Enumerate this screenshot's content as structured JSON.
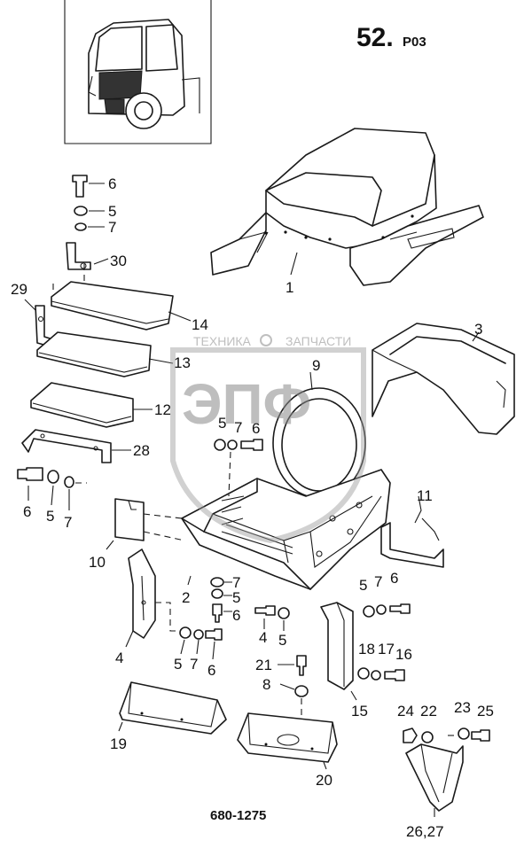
{
  "header": {
    "page_number": "52.",
    "page_suffix": "P03"
  },
  "footer": {
    "drawing_number": "680-1275"
  },
  "watermark": {
    "top_left": "ТЕХНИКА",
    "top_right": "ЗАПЧАСТИ",
    "logo": "ЭПФ"
  },
  "callouts": {
    "c1": "1",
    "c2": "2",
    "c3": "3",
    "c4": "4",
    "c5a": "5",
    "c5b": "5",
    "c5c": "5",
    "c5d": "5",
    "c5e": "5",
    "c5f": "5",
    "c6a": "6",
    "c6b": "6",
    "c6c": "6",
    "c6d": "6",
    "c6e": "6",
    "c6f": "6",
    "c7a": "7",
    "c7b": "7",
    "c7c": "7",
    "c7d": "7",
    "c7e": "7",
    "c7f": "7",
    "c8": "8",
    "c9": "9",
    "c10": "10",
    "c11": "11",
    "c12": "12",
    "c13": "13",
    "c14": "14",
    "c15": "15",
    "c16": "16",
    "c17": "17",
    "c18": "18",
    "c19": "19",
    "c20": "20",
    "c21": "21",
    "c22": "22",
    "c23": "23",
    "c24": "24",
    "c25": "25",
    "c2627": "26,27",
    "c28": "28",
    "c29": "29",
    "c30": "30",
    "c4b": "4"
  }
}
